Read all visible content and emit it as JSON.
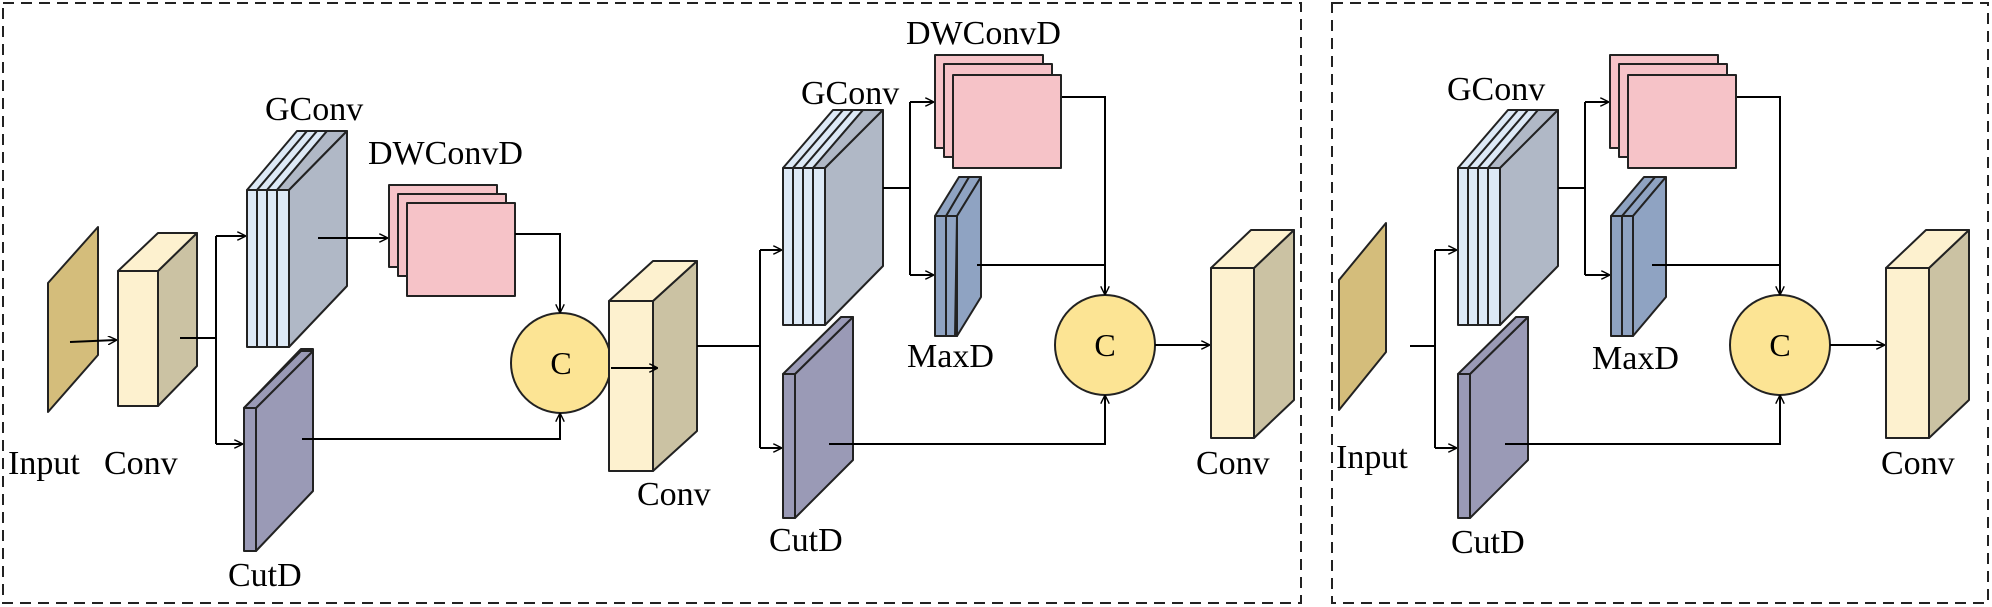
{
  "labels": {
    "input": "Input",
    "conv": "Conv",
    "gconv": "GConv",
    "dwconvd": "DWConvD",
    "cutd": "CutD",
    "maxd": "MaxD",
    "concat": "C"
  },
  "colors": {
    "input": "#d4bd7b",
    "conv_front": "#fdf1cf",
    "conv_side": "#cbc2a3",
    "gconv_slice": "#dde9f6",
    "gconv_body": "#b0b8c6",
    "dwconvd": "#f6c3c8",
    "cutd": "#9a9ab6",
    "maxd": "#8fa3c2",
    "concat": "#fce494"
  }
}
